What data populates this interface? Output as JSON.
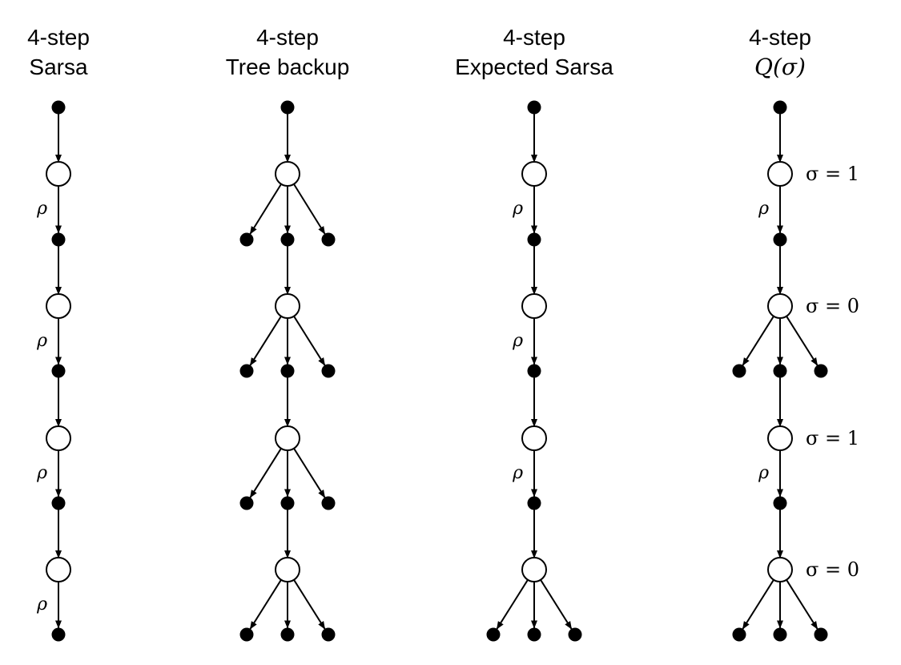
{
  "columns": [
    {
      "title_line1": "4-step",
      "title_line2": "Sarsa",
      "title_line2_math": false,
      "levels": [
        {
          "branching": false,
          "rho": "ρ",
          "sigma_label": ""
        },
        {
          "branching": false,
          "rho": "ρ",
          "sigma_label": ""
        },
        {
          "branching": false,
          "rho": "ρ",
          "sigma_label": ""
        },
        {
          "branching": false,
          "rho": "ρ",
          "sigma_label": ""
        }
      ]
    },
    {
      "title_line1": "4-step",
      "title_line2": "Tree backup",
      "title_line2_math": false,
      "levels": [
        {
          "branching": true,
          "rho": "",
          "sigma_label": ""
        },
        {
          "branching": true,
          "rho": "",
          "sigma_label": ""
        },
        {
          "branching": true,
          "rho": "",
          "sigma_label": ""
        },
        {
          "branching": true,
          "rho": "",
          "sigma_label": ""
        }
      ]
    },
    {
      "title_line1": "4-step",
      "title_line2": "Expected Sarsa",
      "title_line2_math": false,
      "levels": [
        {
          "branching": false,
          "rho": "ρ",
          "sigma_label": ""
        },
        {
          "branching": false,
          "rho": "ρ",
          "sigma_label": ""
        },
        {
          "branching": false,
          "rho": "ρ",
          "sigma_label": ""
        },
        {
          "branching": true,
          "rho": "",
          "sigma_label": ""
        }
      ]
    },
    {
      "title_line1": "4-step",
      "title_line2": "Q(σ)",
      "title_line2_math": true,
      "levels": [
        {
          "branching": false,
          "rho": "ρ",
          "sigma_label": "σ = 1"
        },
        {
          "branching": true,
          "rho": "",
          "sigma_label": "σ = 0"
        },
        {
          "branching": false,
          "rho": "ρ",
          "sigma_label": "σ = 1"
        },
        {
          "branching": true,
          "rho": "",
          "sigma_label": "σ = 0"
        }
      ]
    }
  ]
}
